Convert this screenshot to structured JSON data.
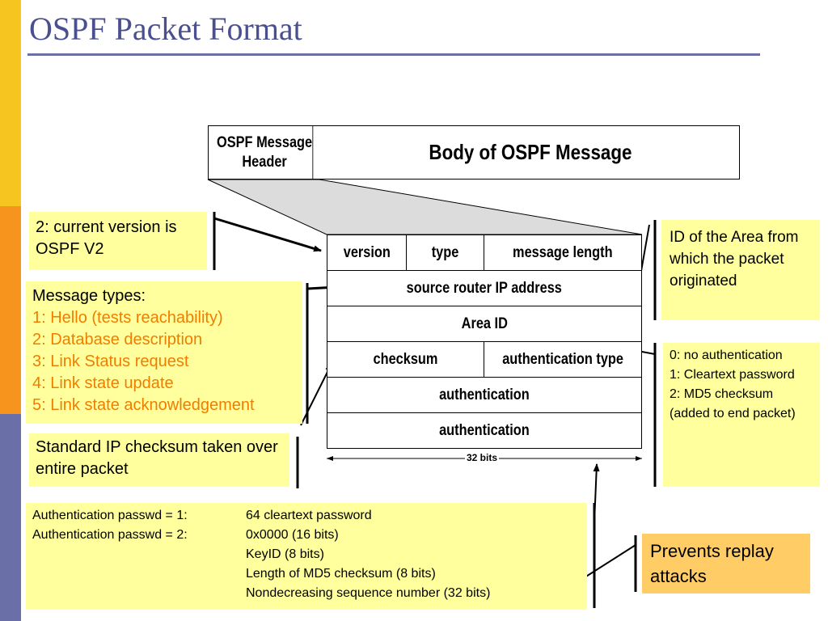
{
  "title": "OSPF Packet Format",
  "packet": {
    "header_label": "OSPF Message Header",
    "body_label": "Body of OSPF Message"
  },
  "format": {
    "row1": [
      "version",
      "type",
      "message length"
    ],
    "row2": "source router IP address",
    "row3": "Area ID",
    "row4": [
      "checksum",
      "authentication type"
    ],
    "row5": "authentication",
    "row6": "authentication",
    "width_label": "32 bits"
  },
  "notes": {
    "version": "2: current version is OSPF V2",
    "message_types_title": "Message types:",
    "message_types": [
      "1: Hello (tests reachability)",
      "2: Database description",
      "3: Link Status request",
      "4: Link state update",
      "5: Link state acknowledgement"
    ],
    "checksum": "Standard IP checksum taken over entire packet",
    "area": "ID of the Area from which the packet originated",
    "auth_types": [
      "0: no authentication",
      "1: Cleartext password",
      "2: MD5 checksum (added to end packet)"
    ],
    "replay": "Prevents replay attacks",
    "auth_passwd": [
      {
        "label": "Authentication passwd = 1:",
        "lines": [
          "64 cleartext password"
        ]
      },
      {
        "label": "Authentication passwd = 2:",
        "lines": [
          "0x0000 (16 bits)",
          "KeyID (8 bits)",
          "Length of MD5 checksum (8 bits)",
          "Nondecreasing sequence number (32 bits)"
        ]
      }
    ]
  }
}
